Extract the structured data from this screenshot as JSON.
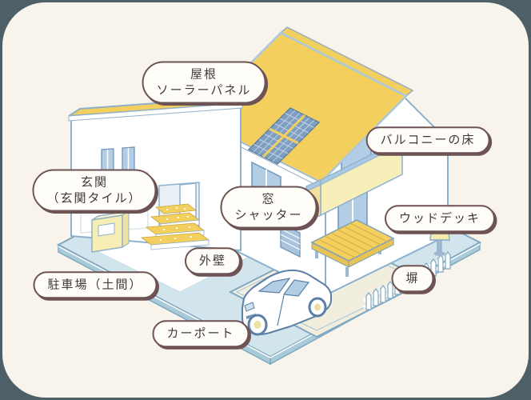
{
  "scene": {
    "type": "isometric-house-parts-diagram",
    "background": "#f8f4ec",
    "frame": "#4e6067",
    "colors": {
      "roof_yellow": "#f3cf5e",
      "wall_white": "#ffffff",
      "window_blue": "#b3cde4",
      "outline_blue": "#8fb0cb",
      "balcony_yellow": "#f7efb9",
      "ground_blue": "#d2e5ec",
      "carport_pad": "#f1eedd",
      "solar_panel": "#7e9fc2",
      "label_border": "#6e5355",
      "label_background": "#fffdf8",
      "label_text": "#3f3a39"
    }
  },
  "labels": [
    {
      "id": "roof-solar-panel",
      "lines": [
        "屋根",
        "ソーラーパネル"
      ]
    },
    {
      "id": "balcony-floor",
      "lines": [
        "バルコニーの床"
      ]
    },
    {
      "id": "entrance",
      "lines": [
        "玄関",
        "（玄関タイル）"
      ]
    },
    {
      "id": "window-shutter",
      "lines": [
        "窓",
        "シャッター"
      ]
    },
    {
      "id": "wood-deck",
      "lines": [
        "ウッドデッキ"
      ]
    },
    {
      "id": "exterior-wall",
      "lines": [
        "外壁"
      ]
    },
    {
      "id": "parking-doma",
      "lines": [
        "駐車場（土間）"
      ]
    },
    {
      "id": "fence",
      "lines": [
        "塀"
      ]
    },
    {
      "id": "carport",
      "lines": [
        "カーポート"
      ]
    }
  ]
}
